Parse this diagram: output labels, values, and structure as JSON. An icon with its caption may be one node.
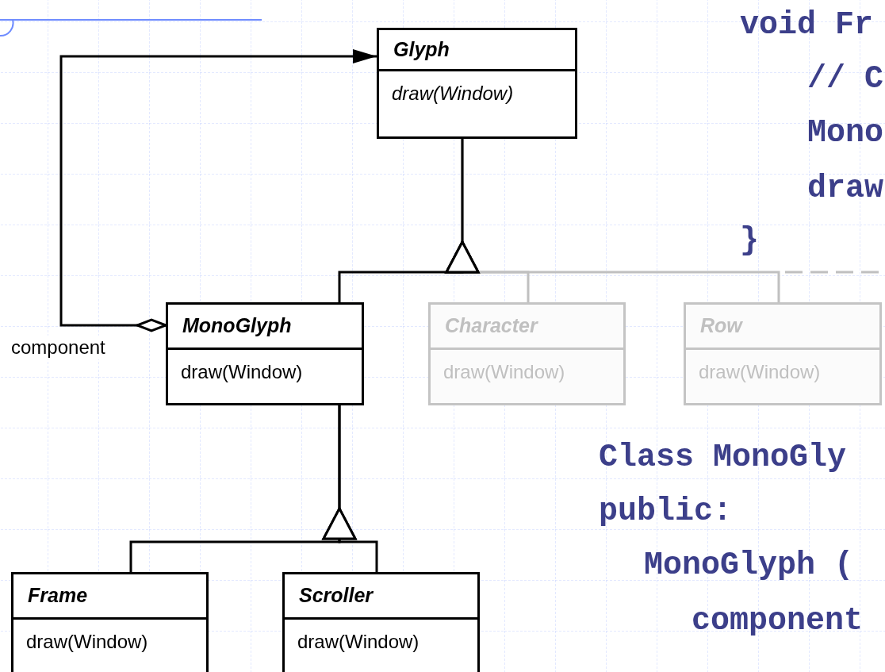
{
  "diagram": {
    "nodes": [
      {
        "text": [
          "Glyph",
          "draw(Window)"
        ]
      },
      {
        "text": [
          "MonoGlyph",
          "draw(Window)"
        ]
      },
      {
        "text": [
          "Character",
          "draw(Window)"
        ]
      },
      {
        "text": [
          "Row",
          "draw(Window)"
        ]
      },
      {
        "text": [
          "Frame",
          "draw(Window)"
        ]
      },
      {
        "text": [
          "Scroller",
          "draw(Window)"
        ]
      }
    ],
    "edges": [
      {
        "from": 1,
        "to": 0,
        "arrow": "to",
        "label": "component"
      },
      {
        "from": 2,
        "to": 0,
        "arrow": "to",
        "color": "#c0c0c0"
      },
      {
        "from": 3,
        "to": 0,
        "arrow": "to",
        "color": "#c0c0c0"
      },
      {
        "from": 1,
        "to": 0,
        "arrow": "to"
      },
      {
        "from": 4,
        "to": 1,
        "arrow": "to"
      },
      {
        "from": 5,
        "to": 1,
        "arrow": "to"
      }
    ],
    "labels": [
      "void Fr",
      "// C",
      "Mono",
      "draw",
      "}",
      "Class MonoGly",
      "public:",
      "MonoGlyph (",
      "component"
    ]
  }
}
